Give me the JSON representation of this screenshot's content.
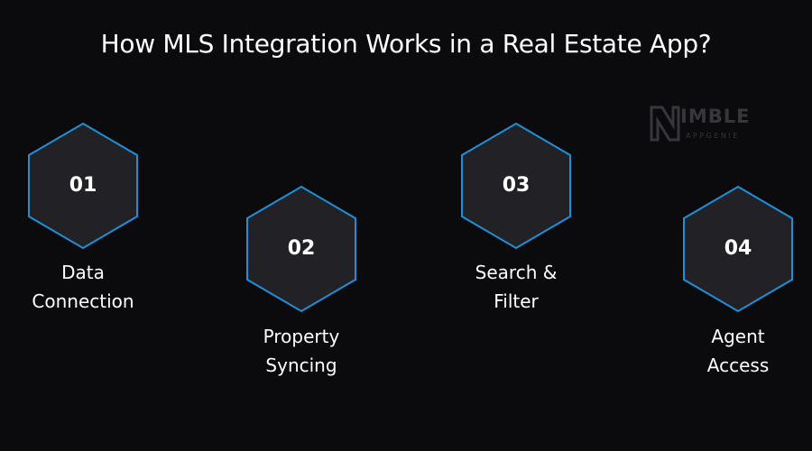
{
  "title": "How MLS Integration Works in a Real Estate App?",
  "steps": [
    {
      "number": "01",
      "label_line1": "Data",
      "label_line2": "Connection"
    },
    {
      "number": "02",
      "label_line1": "Property",
      "label_line2": "Syncing"
    },
    {
      "number": "03",
      "label_line1": "Search &",
      "label_line2": "Filter"
    },
    {
      "number": "04",
      "label_line1": "Agent",
      "label_line2": "Access"
    }
  ],
  "logo": {
    "wordmark": "IMBLE",
    "subtext": "APPGENIE"
  },
  "colors": {
    "background": "#0b0b0e",
    "hex_fill": "#222226",
    "hex_stroke": "#1f8fd8",
    "text": "#ffffff"
  }
}
